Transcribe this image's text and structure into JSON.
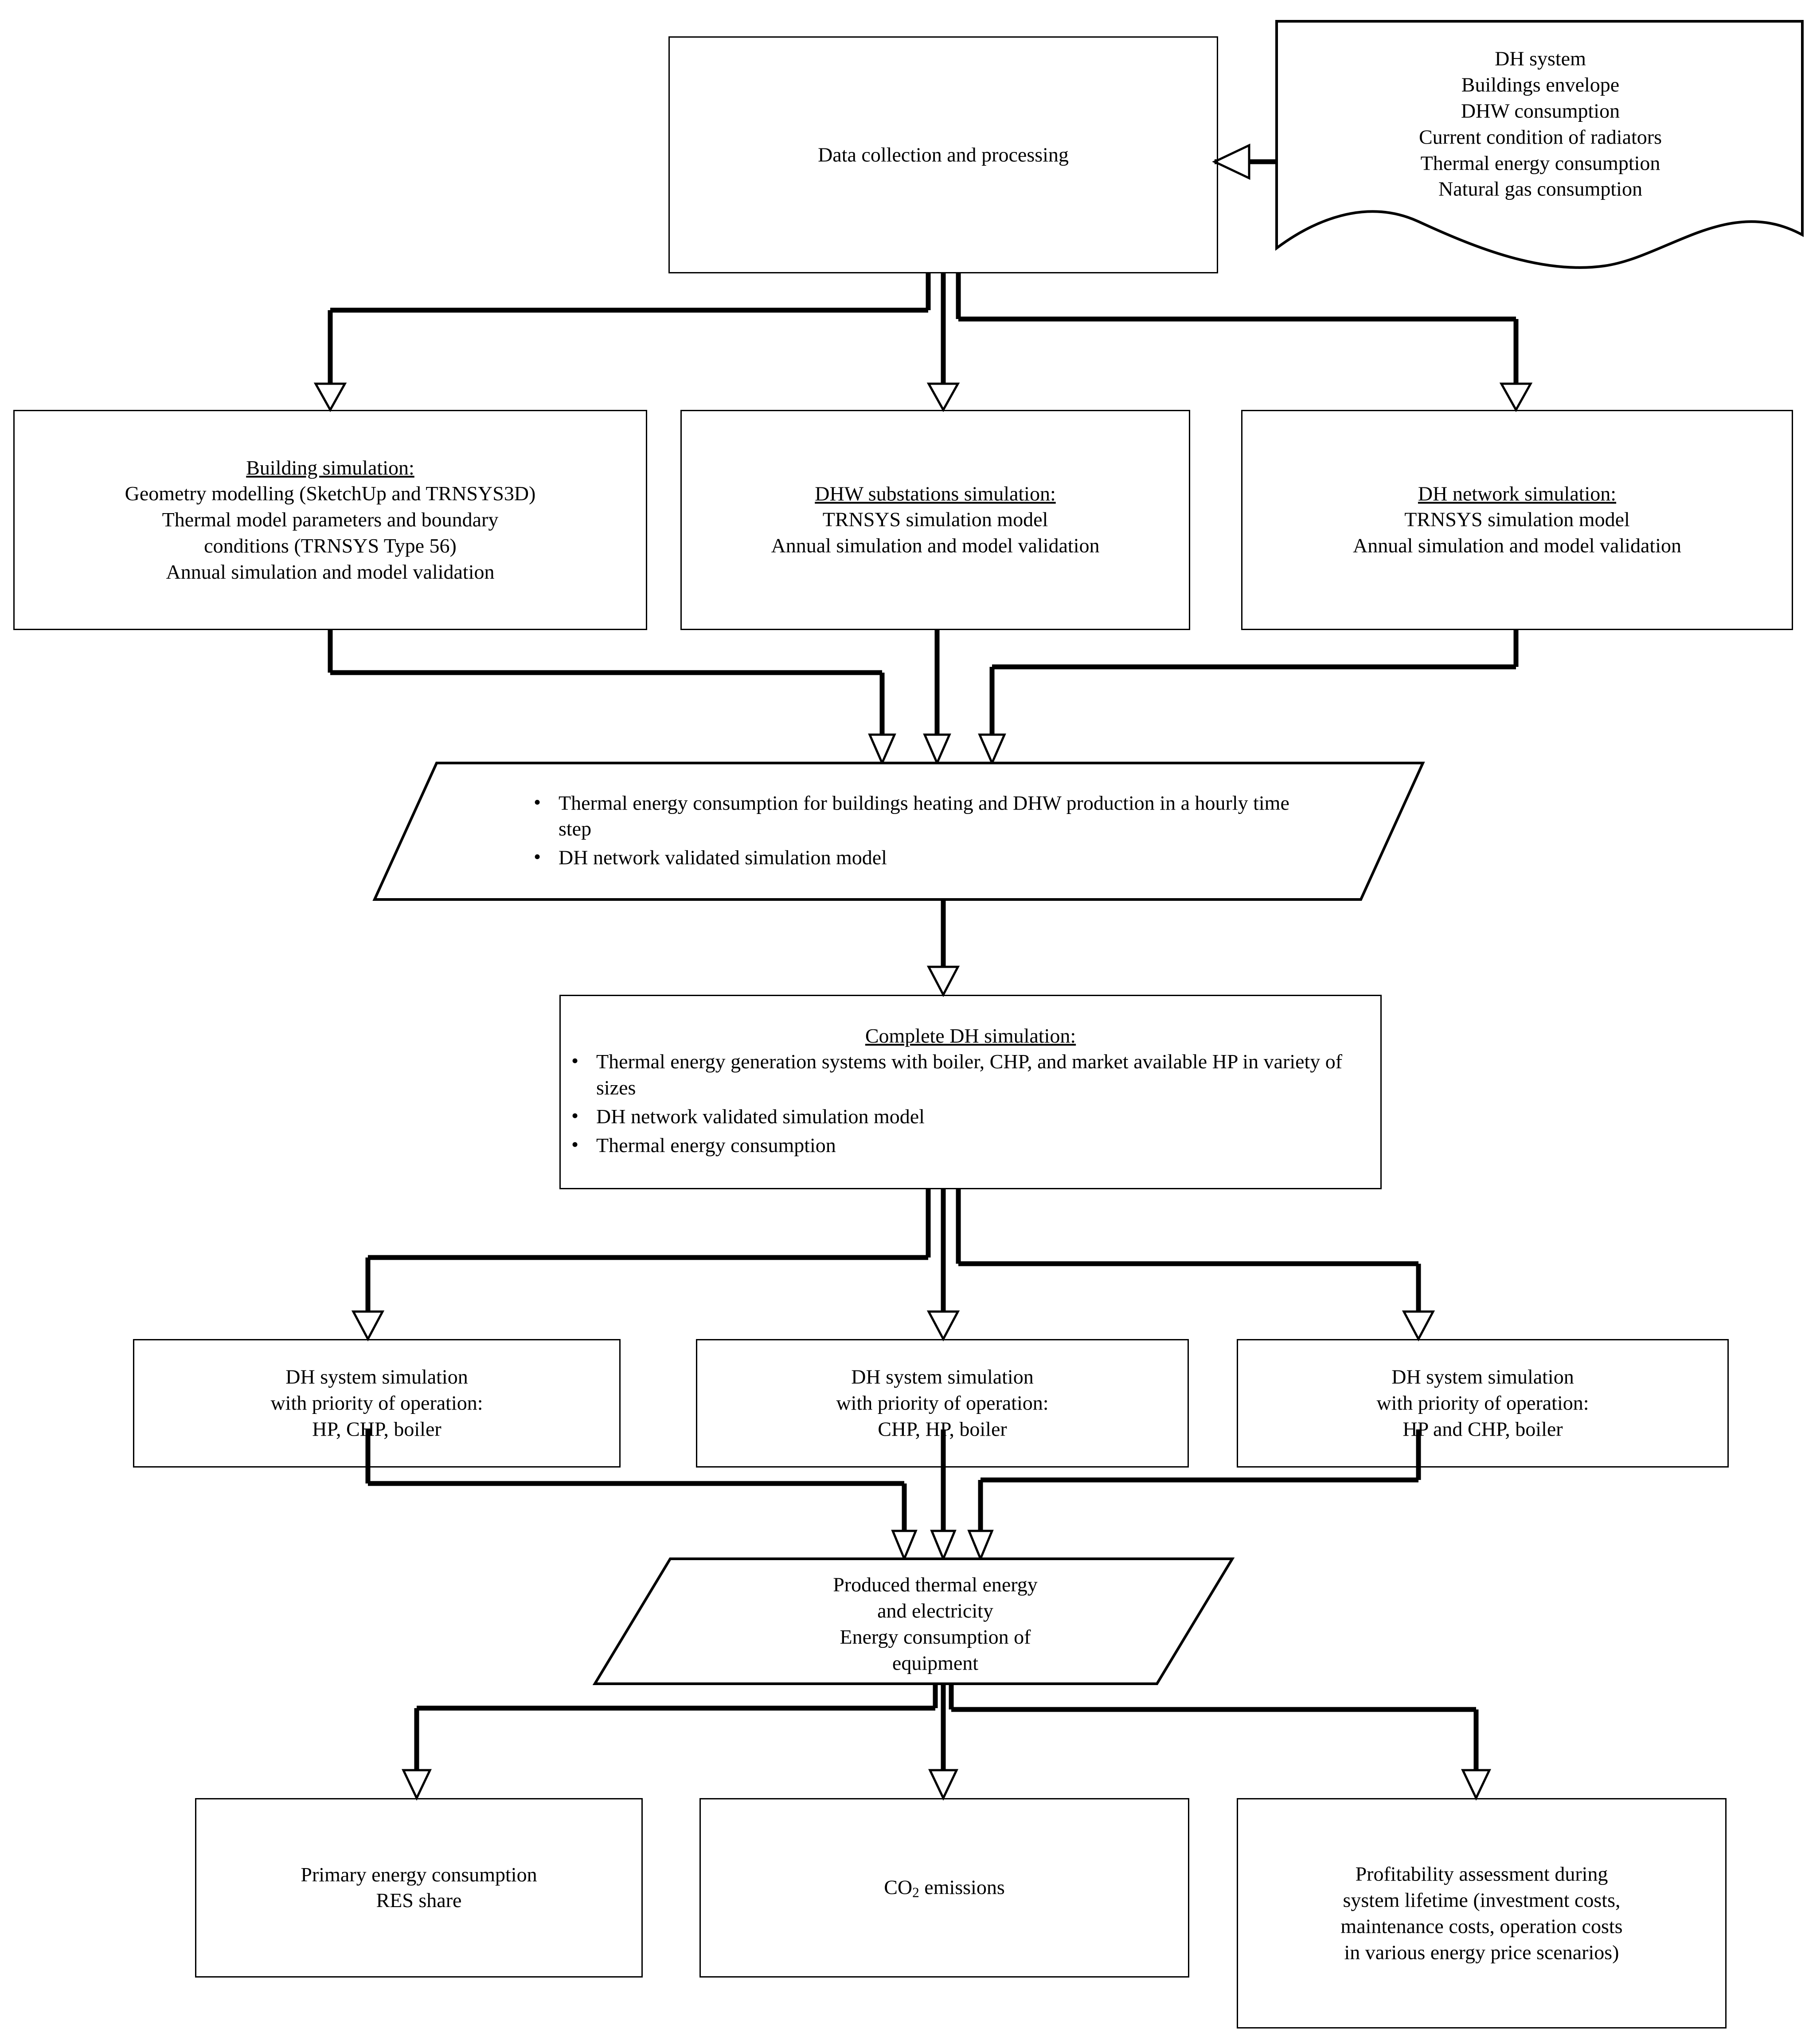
{
  "diagram": {
    "title": "District heating system simulation methodology flowchart",
    "stroke_color": "#000000",
    "background_color": "#ffffff",
    "nodes": {
      "data_collection": {
        "label": "Data collection and processing"
      },
      "input_document": {
        "lines": [
          "DH system",
          "Buildings envelope",
          "DHW consumption",
          "Current condition of radiators",
          "Thermal energy consumption",
          "Natural gas consumption"
        ]
      },
      "building_simulation": {
        "heading": "Building simulation:",
        "lines": [
          "Geometry modelling (SketchUp and TRNSYS3D)",
          "Thermal model parameters and boundary",
          "conditions (TRNSYS Type 56)",
          "Annual simulation and model validation"
        ]
      },
      "dhw_substations_simulation": {
        "heading": "DHW substations simulation:",
        "lines": [
          "TRNSYS simulation model",
          "Annual simulation and model validation"
        ]
      },
      "dh_network_simulation": {
        "heading": "DH network simulation:",
        "lines": [
          "TRNSYS simulation model",
          "Annual simulation and model validation"
        ]
      },
      "intermediate_results": {
        "bullets": [
          "Thermal energy consumption for buildings heating and DHW production in a hourly time step",
          "DH  network validated simulation model"
        ]
      },
      "complete_dh_simulation": {
        "heading": "Complete DH simulation:",
        "bullets": [
          "Thermal energy generation systems with boiler, CHP, and market available HP in variety of sizes",
          "DH  network validated simulation model",
          "Thermal energy consumption"
        ]
      },
      "sim_priority_1": {
        "lines": [
          "DH system simulation",
          "with priority of operation:",
          "HP, CHP, boiler"
        ]
      },
      "sim_priority_2": {
        "lines": [
          "DH system simulation",
          "with priority of operation:",
          "CHP, HP, boiler"
        ]
      },
      "sim_priority_3": {
        "lines": [
          "DH system simulation",
          "with priority of operation:",
          "HP and CHP, boiler"
        ]
      },
      "produced_energy": {
        "lines": [
          "Produced thermal energy",
          "and electricity",
          "Energy consumption of",
          "equipment"
        ]
      },
      "primary_energy": {
        "lines": [
          "Primary energy consumption",
          "RES share"
        ]
      },
      "co2_emissions": {
        "prefix": "CO",
        "subscript": "2",
        "suffix": " emissions"
      },
      "profitability": {
        "lines": [
          "Profitability assessment during",
          "system lifetime (investment costs,",
          "maintenance costs, operation costs",
          "in various energy price scenarios)"
        ]
      }
    }
  }
}
